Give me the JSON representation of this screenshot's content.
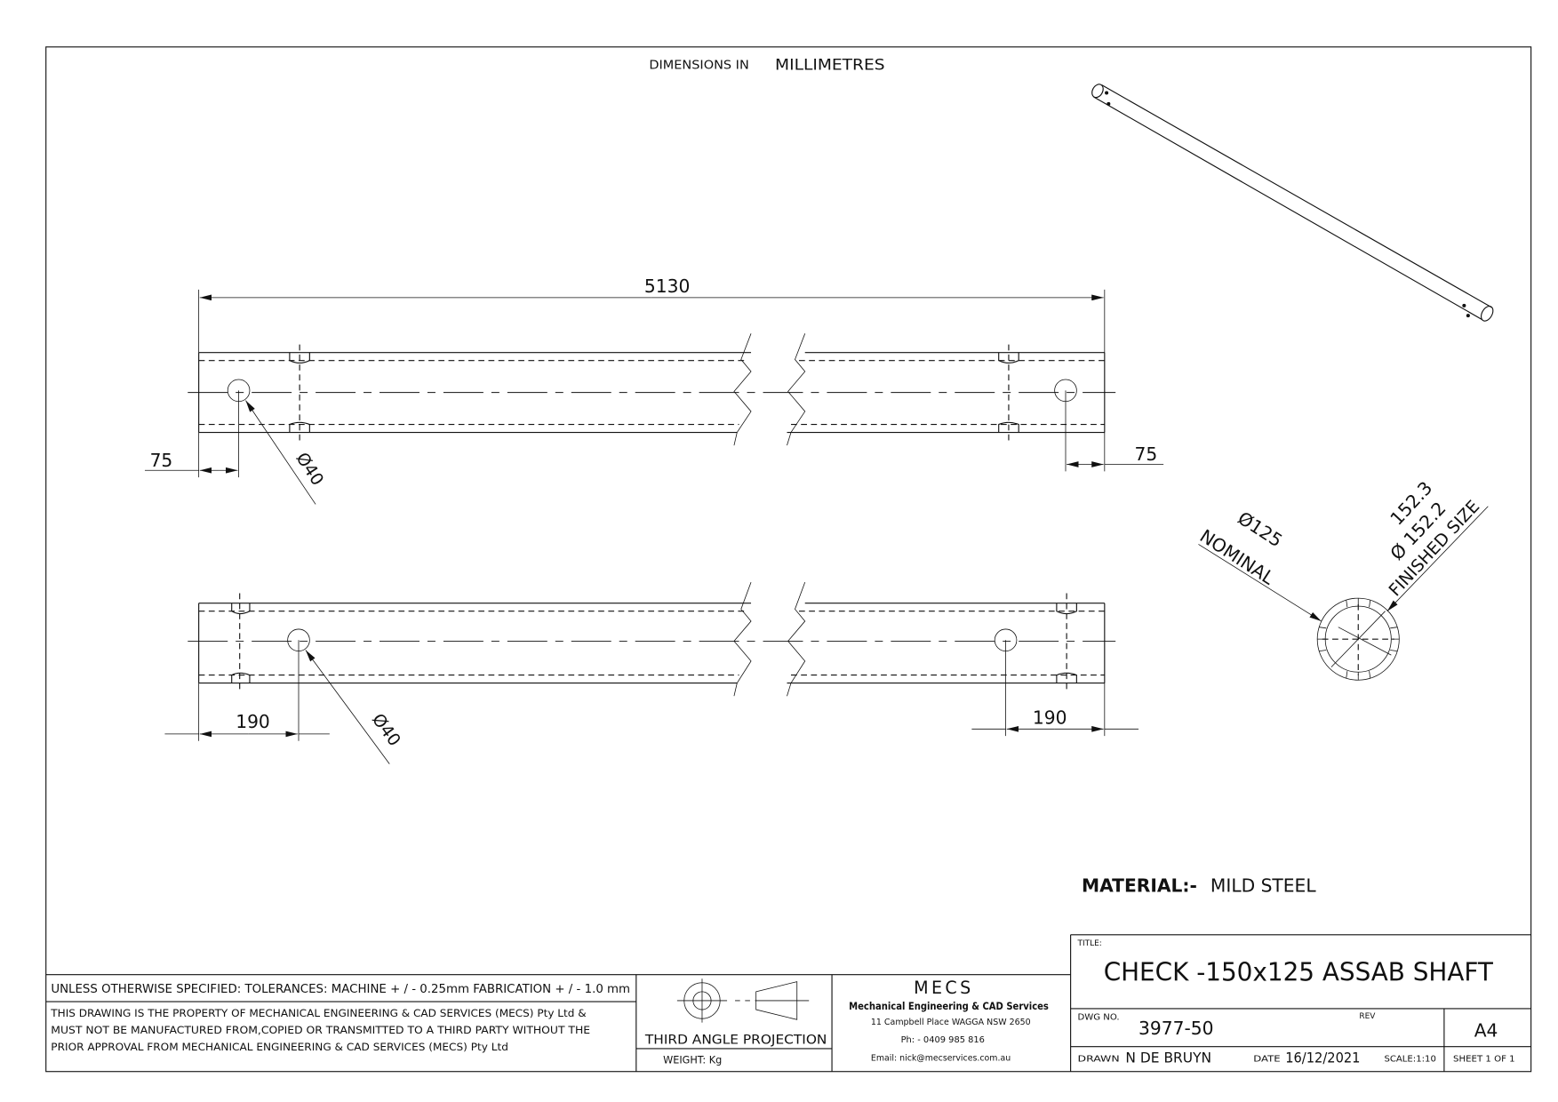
{
  "header": {
    "units_prefix": "DIMENSIONS IN",
    "units": "MILLIMETRES"
  },
  "dimensions": {
    "overall_length": "5130",
    "top_left_offset": "75",
    "top_right_offset": "75",
    "top_hole_dia": "Ø40",
    "bottom_left_offset": "190",
    "bottom_right_offset": "190",
    "bottom_hole_dia": "Ø40",
    "nominal_dia": "Ø125",
    "nominal_label": "NOMINAL",
    "finished_dia_upper": "152.3",
    "finished_dia_lower": "Ø 152.2",
    "finished_label": "FINISHED SIZE"
  },
  "material": {
    "label": "MATERIAL:-",
    "value": "MILD STEEL"
  },
  "title_block": {
    "tolerances": "UNLESS OTHERWISE SPECIFIED: TOLERANCES: MACHINE + / - 0.25mm  FABRICATION + / - 1.0 mm",
    "property_notice": [
      "THIS DRAWING IS THE PROPERTY OF MECHANICAL ENGINEERING & CAD SERVICES (MECS) Pty Ltd &",
      "MUST NOT BE MANUFACTURED FROM,COPIED OR TRANSMITTED TO A THIRD PARTY WITHOUT THE",
      "PRIOR APPROVAL FROM MECHANICAL ENGINEERING & CAD SERVICES (MECS) Pty Ltd"
    ],
    "projection": "THIRD ANGLE PROJECTION",
    "weight": "WEIGHT:  Kg",
    "company": {
      "logo": "MECS",
      "name": "Mechanical Engineering & CAD Services",
      "address": "11 Campbell Place WAGGA NSW 2650",
      "phone": "Ph: - 0409 985 816",
      "email": "Email: nick@mecservices.com.au"
    },
    "title_label": "TITLE:",
    "title": "CHECK -150x125 ASSAB SHAFT",
    "dwg_no_label": "DWG NO.",
    "dwg_no": "3977-50",
    "rev_label": "REV",
    "size": "A4",
    "drawn_label": "DRAWN",
    "drawn_by": "N DE BRUYN",
    "date_label": "DATE",
    "date": "16/12/2021",
    "scale": "SCALE:1:10",
    "sheet": "SHEET 1 OF 1"
  }
}
